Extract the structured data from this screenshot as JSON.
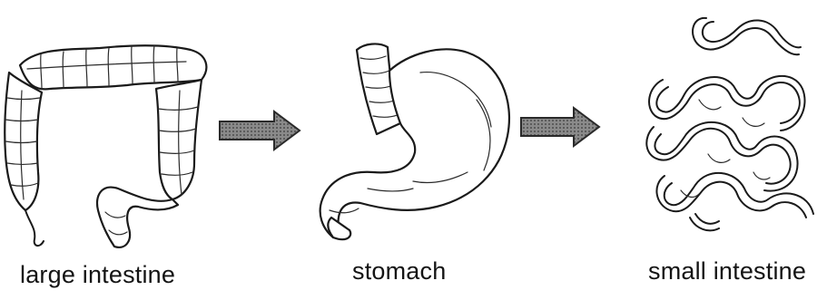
{
  "diagram": {
    "sequence": [
      {
        "label": "large intestine",
        "icon": "large-intestine-illustration"
      },
      {
        "label": "stomach",
        "icon": "stomach-illustration"
      },
      {
        "label": "small intestine",
        "icon": "small-intestine-illustration"
      }
    ],
    "arrows": [
      {
        "from": "large intestine",
        "to": "stomach",
        "icon": "right-arrow-icon"
      },
      {
        "from": "stomach",
        "to": "small intestine",
        "icon": "right-arrow-icon"
      }
    ],
    "colors": {
      "line": "#1a1a1a",
      "arrow_fill": "#5a5a5a",
      "background": "#ffffff"
    }
  }
}
